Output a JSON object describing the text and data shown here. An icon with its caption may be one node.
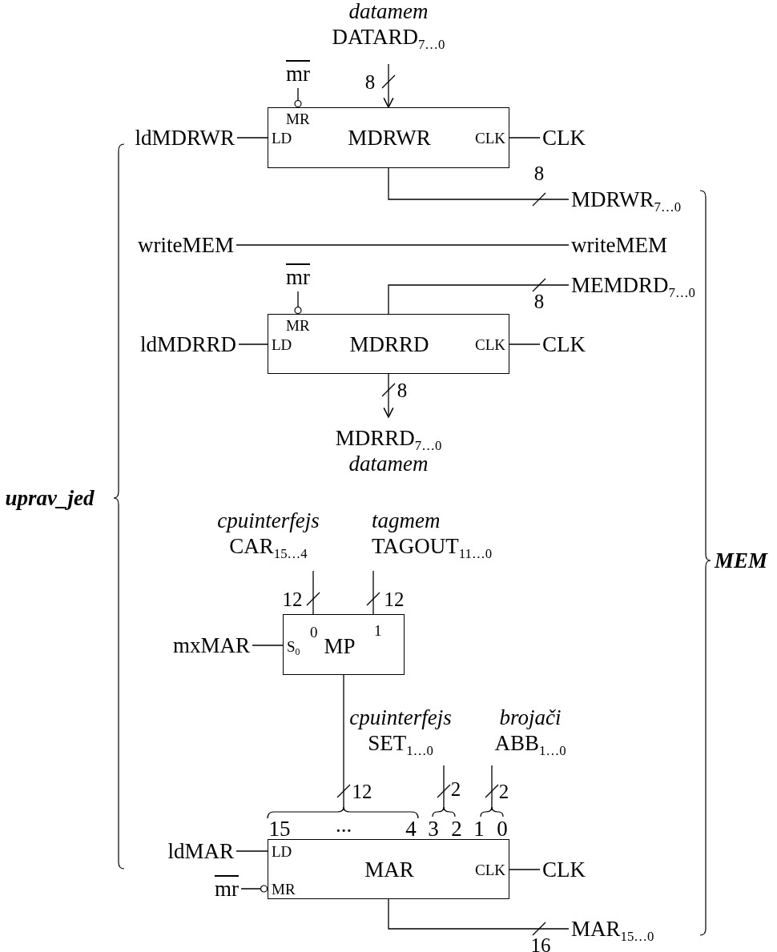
{
  "diagram": {
    "nodes": [
      {
        "text": [
          "datamem",
          "DATARD$_{7…0}$"
        ]
      },
      {
        "text": [
          "mr"
        ]
      },
      {
        "text": [
          "MR",
          "LD",
          "MDRWR",
          "CLK"
        ]
      },
      {
        "text": [
          "ldMDRWR"
        ]
      },
      {
        "text": [
          "CLK"
        ]
      },
      {
        "text": [
          "MDRWR$_{7…0}$"
        ]
      },
      {
        "text": [
          "writeMEM"
        ]
      },
      {
        "text": [
          "writeMEM"
        ]
      },
      {
        "text": [
          "mr"
        ]
      },
      {
        "text": [
          "MR",
          "LD",
          "MDRRD",
          "CLK"
        ]
      },
      {
        "text": [
          "ldMDRRD"
        ]
      },
      {
        "text": [
          "CLK"
        ]
      },
      {
        "text": [
          "MEMDRD$_{7…0}$"
        ]
      },
      {
        "text": [
          "MDRRD$_{7…0}$",
          "datamem"
        ]
      },
      {
        "text": [
          "cpuinterfejs",
          "CAR$_{15…4}$"
        ]
      },
      {
        "text": [
          "tagmem",
          "TAGOUT$_{11…0}$"
        ]
      },
      {
        "text": [
          "S$_{0}$",
          "0",
          "MP",
          "1"
        ]
      },
      {
        "text": [
          "mxMAR"
        ]
      },
      {
        "text": [
          "cpuinterfejs",
          "SET$_{1…0}$"
        ]
      },
      {
        "text": [
          "brojači",
          "ABB$_{1…0}$"
        ]
      },
      {
        "text": [
          "LD",
          "MAR",
          "CLK",
          "MR"
        ]
      },
      {
        "text": [
          "ldMAR"
        ]
      },
      {
        "text": [
          "mr"
        ]
      },
      {
        "text": [
          "CLK"
        ]
      },
      {
        "text": [
          "MAR$_{15…0}$"
        ]
      }
    ],
    "edges": [
      {
        "from": 0,
        "to": 2,
        "arrow": "to",
        "label": "8"
      },
      {
        "from": 1,
        "to": 2,
        "arrow": "other"
      },
      {
        "from": 3,
        "to": 2,
        "arrow": "none"
      },
      {
        "from": 4,
        "to": 2,
        "arrow": "none"
      },
      {
        "from": 2,
        "to": 5,
        "arrow": "none",
        "label": "8"
      },
      {
        "from": 6,
        "to": 7,
        "arrow": "none"
      },
      {
        "from": 8,
        "to": 9,
        "arrow": "other"
      },
      {
        "from": 10,
        "to": 9,
        "arrow": "none"
      },
      {
        "from": 11,
        "to": 9,
        "arrow": "none"
      },
      {
        "from": 12,
        "to": 9,
        "arrow": "none",
        "label": "8"
      },
      {
        "from": 9,
        "to": 13,
        "arrow": "to",
        "label": "8"
      },
      {
        "from": 14,
        "to": 16,
        "arrow": "none",
        "label": "12"
      },
      {
        "from": 15,
        "to": 16,
        "arrow": "none",
        "label": "12"
      },
      {
        "from": 17,
        "to": 16,
        "arrow": "none"
      },
      {
        "from": 16,
        "to": 20,
        "arrow": "none",
        "label": "12"
      },
      {
        "from": 18,
        "to": 20,
        "arrow": "none",
        "label": "2"
      },
      {
        "from": 19,
        "to": 20,
        "arrow": "none",
        "label": "2"
      },
      {
        "from": 21,
        "to": 20,
        "arrow": "none"
      },
      {
        "from": 22,
        "to": 20,
        "arrow": "other"
      },
      {
        "from": 23,
        "to": 20,
        "arrow": "none"
      },
      {
        "from": 20,
        "to": 24,
        "arrow": "none",
        "label": "16"
      }
    ],
    "labels": [
      "uprav_jed",
      "MEM",
      "15",
      "...",
      "4",
      "3",
      "2",
      "1",
      "0"
    ]
  }
}
